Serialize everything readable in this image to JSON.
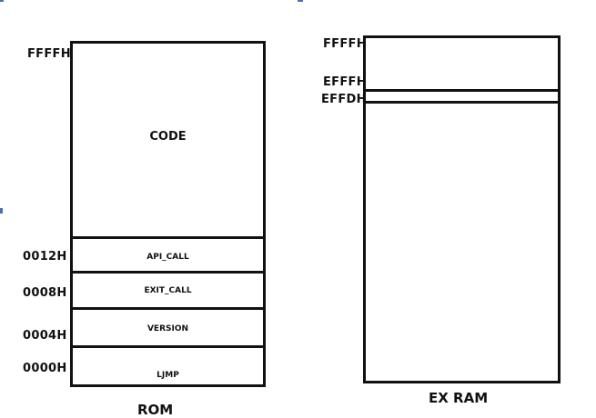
{
  "rom": {
    "title": "ROM",
    "segments": {
      "code": "CODE",
      "api_call": "API_CALL",
      "exit_call": "EXIT_CALL",
      "version": "VERSION",
      "ljmp": "LJMP"
    },
    "addresses": {
      "top": "FFFFH",
      "a0012": "0012H",
      "a0008": "0008H",
      "a0004": "0004H",
      "a0000": "0000H"
    }
  },
  "ex_ram": {
    "title": "EX RAM",
    "addresses": {
      "top": "FFFFH",
      "efffh": "EFFFH",
      "effdh": "EFFDH"
    }
  }
}
